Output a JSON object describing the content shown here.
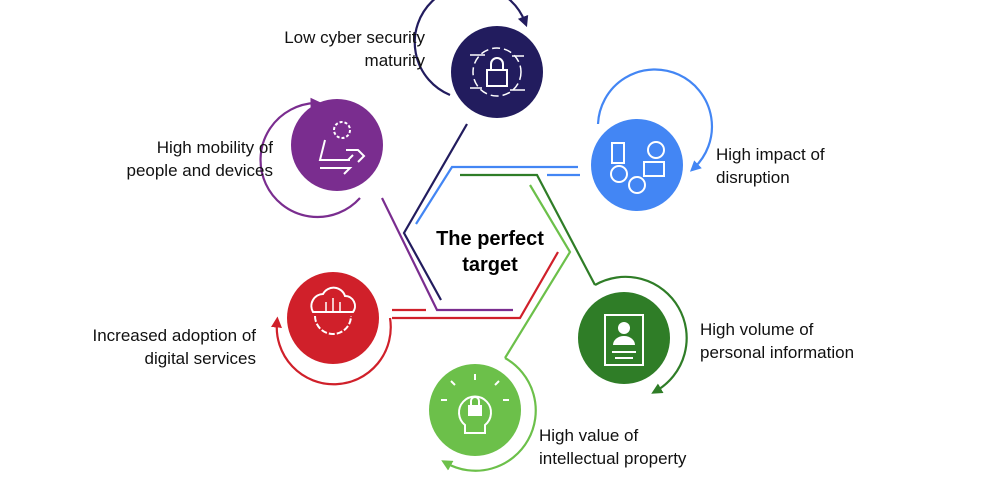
{
  "title": "The perfect target",
  "title_lines": [
    "The perfect",
    "target"
  ],
  "items": [
    {
      "label_lines": [
        "Low cyber security",
        "maturity"
      ],
      "icon": "padlock-circuit-icon",
      "color": "#221c5e"
    },
    {
      "label_lines": [
        "High mobility of",
        "people and devices"
      ],
      "icon": "gear-arrows-icon",
      "color": "#7a2d8f"
    },
    {
      "label_lines": [
        "High impact of",
        "disruption"
      ],
      "icon": "connected-devices-icon",
      "color": "#4386f4"
    },
    {
      "label_lines": [
        "Increased adoption of",
        "digital services"
      ],
      "icon": "cloud-gear-icon",
      "color": "#d0202a"
    },
    {
      "label_lines": [
        "High volume of",
        "personal information"
      ],
      "icon": "id-card-icon",
      "color": "#2f7d27"
    },
    {
      "label_lines": [
        "High value of",
        "intellectual property"
      ],
      "icon": "lightbulb-lock-icon",
      "color": "#6cc04a"
    }
  ]
}
